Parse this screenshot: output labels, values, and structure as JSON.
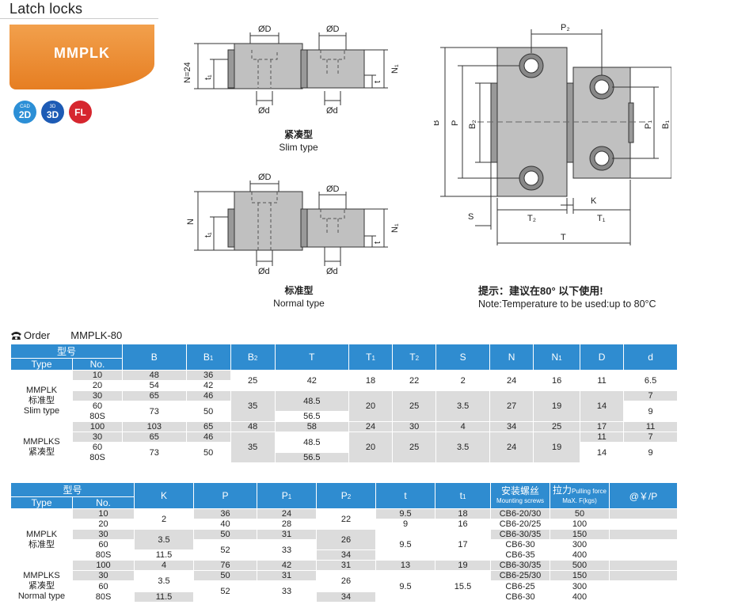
{
  "header": {
    "title": "Latch locks",
    "tab": "MMPLK"
  },
  "badges": [
    {
      "top": "CAD",
      "main": "2D",
      "color": "#2c8fd6"
    },
    {
      "top": "3D",
      "main": "3D",
      "color": "#1d5bb5"
    },
    {
      "top": "",
      "main": "FL",
      "color": "#d6262e"
    }
  ],
  "diagrams": {
    "slim_cn": "紧凑型",
    "slim_en": "Slim type",
    "normal_cn": "标准型",
    "normal_en": "Normal type",
    "labels": {
      "OD": "ØD",
      "Od": "Ød",
      "N24": "N=24",
      "N": "N",
      "N1": "N₁",
      "t1": "t₁",
      "t": "t",
      "P2": "P₂",
      "B": "B",
      "P": "P",
      "B2": "B₂",
      "P1": "P₁",
      "B1": "B₁",
      "K": "K",
      "S": "S",
      "T2": "T₂",
      "T1": "T₁",
      "T": "T"
    }
  },
  "note": {
    "cn": "提示：建议在80° 以下使用!",
    "en": "Note:Temperature to be used:up to 80°C"
  },
  "order": {
    "label": "Order",
    "model": "MMPLK-80"
  },
  "table1": {
    "head_xh": "型号",
    "head_type": "Type",
    "head_no": "No.",
    "cols": [
      "B",
      "B1",
      "B2",
      "T",
      "T1",
      "T2",
      "S",
      "N",
      "N1",
      "D",
      "d"
    ],
    "type_mmplk": "MMPLK\n标准型\nSlim type",
    "type_mmplks": "MMPLKS\n紧凑型",
    "rows": [
      [
        "10",
        "48",
        "36",
        "25",
        "42",
        "18",
        "22",
        "2",
        "24",
        "16",
        "11",
        "6.5"
      ],
      [
        "20",
        "54",
        "42"
      ],
      [
        "30",
        "65",
        "46",
        "35",
        "48.5",
        "20",
        "25",
        "3.5",
        "27",
        "19",
        "14",
        "7"
      ],
      [
        "60",
        "73",
        "50",
        "",
        "",
        "",
        "",
        "",
        "",
        "",
        "",
        "9"
      ],
      [
        "80S",
        "",
        "",
        "",
        "56.5"
      ],
      [
        "100",
        "103",
        "65",
        "48",
        "58",
        "24",
        "30",
        "4",
        "34",
        "25",
        "17",
        "11"
      ],
      [
        "30",
        "65",
        "46",
        "35",
        "48.5",
        "20",
        "25",
        "3.5",
        "24",
        "19",
        "11",
        "7"
      ],
      [
        "60",
        "73",
        "50",
        "",
        "",
        "",
        "",
        "",
        "",
        "",
        "14",
        "9"
      ],
      [
        "80S",
        "",
        "",
        "",
        "56.5"
      ]
    ]
  },
  "table2": {
    "head_xh": "型号",
    "head_type": "Type",
    "head_no": "No.",
    "cols": [
      "K",
      "P",
      "P1",
      "P2",
      "t",
      "t1"
    ],
    "screw_cn": "安装螺丝",
    "screw_en": "Mounting screws",
    "pull_cn": "拉力",
    "pull_en1": "Pulling force",
    "pull_en2": "MaX. F(kgs)",
    "price": "@￥/P",
    "type_mmplk": "MMPLK\n标准型",
    "type_mmplks": "MMPLKS\n紧凑型\nNormal type",
    "rows": [
      {
        "no": "10",
        "K": "2",
        "P": "36",
        "P1": "24",
        "P2": "22",
        "t": "9.5",
        "t1": "18",
        "screw": "CB6-20/30",
        "force": "50"
      },
      {
        "no": "20",
        "K": "",
        "P": "40",
        "P1": "28",
        "P2": "",
        "t": "9",
        "t1": "16",
        "screw": "CB6-20/25",
        "force": "100"
      },
      {
        "no": "30",
        "K": "3.5",
        "P": "50",
        "P1": "31",
        "P2": "26",
        "t": "",
        "t1": "",
        "screw": "CB6-30/35",
        "force": "150"
      },
      {
        "no": "60",
        "K": "",
        "P": "52",
        "P1": "33",
        "P2": "",
        "t": "9.5",
        "t1": "17",
        "screw": "CB6-30",
        "force": "300"
      },
      {
        "no": "80S",
        "K": "11.5",
        "P": "",
        "P1": "",
        "P2": "34",
        "t": "",
        "t1": "",
        "screw": "CB6-35",
        "force": "400"
      },
      {
        "no": "100",
        "K": "4",
        "P": "76",
        "P1": "42",
        "P2": "31",
        "t": "13",
        "t1": "19",
        "screw": "CB6-30/35",
        "force": "500"
      },
      {
        "no": "30",
        "K": "3.5",
        "P": "50",
        "P1": "31",
        "P2": "26",
        "t": "9.5",
        "t1": "15.5",
        "screw": "CB6-25/30",
        "force": "150"
      },
      {
        "no": "60",
        "K": "",
        "P": "52",
        "P1": "33",
        "P2": "",
        "t": "",
        "t1": "",
        "screw": "CB6-25",
        "force": "300"
      },
      {
        "no": "80S",
        "K": "11.5",
        "P": "",
        "P1": "",
        "P2": "34",
        "t": "",
        "t1": "",
        "screw": "CB6-30",
        "force": "400"
      }
    ]
  }
}
